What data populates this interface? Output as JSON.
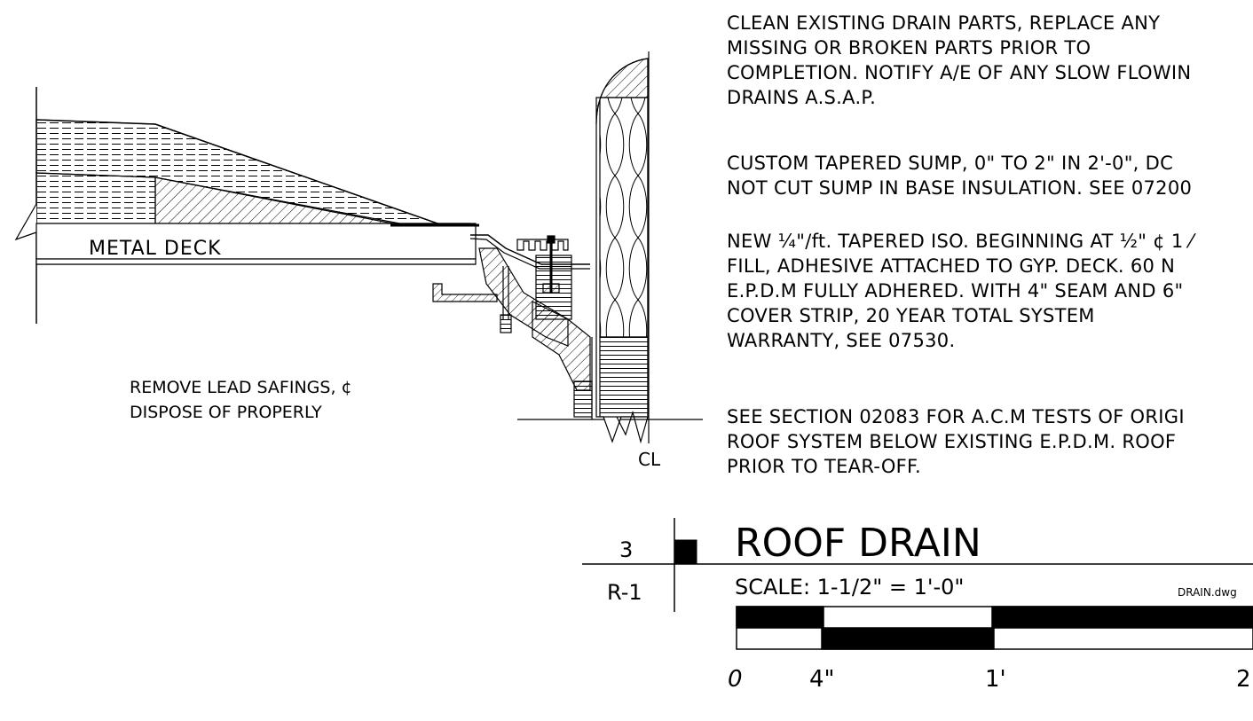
{
  "notes": [
    "CLEAN EXISTING DRAIN PARTS, REPLACE ANY\nMISSING OR BROKEN PARTS PRIOR TO\nCOMPLETION. NOTIFY A/E OF ANY SLOW FLOWIN\nDRAINS A.S.A.P.",
    "CUSTOM TAPERED SUMP, 0\" TO 2\" IN 2'-0\", DC\nNOT CUT SUMP IN BASE INSULATION. SEE 07200",
    "NEW ¼\"/ft. TAPERED ISO. BEGINNING AT ½\" ¢ 1 ⁄\nFILL, ADHESIVE ATTACHED TO GYP. DECK. 60 N\nE.P.D.M FULLY ADHERED. WITH 4\" SEAM AND 6\"\nCOVER STRIP, 20 YEAR TOTAL SYSTEM\nWARRANTY, SEE 07530.",
    "SEE SECTION 02083 FOR A.C.M TESTS OF ORIGI\nROOF SYSTEM BELOW EXISTING E.P.D.M. ROOF\nPRIOR TO TEAR-OFF."
  ],
  "labels": {
    "metal_deck": "METAL DECK",
    "remove_line1": "REMOVE LEAD SAFINGS, ¢",
    "remove_line2": "DISPOSE OF PROPERLY",
    "centerline": "CL"
  },
  "title_block": {
    "detail_number": "3",
    "sheet_number": "R-1",
    "title": "ROOF DRAIN",
    "scale": "SCALE: 1-1/2\" = 1'-0\"",
    "filename": "DRAIN.dwg"
  },
  "scale_bar": {
    "ticks": [
      "0",
      "4\"",
      "1'",
      "2"
    ]
  }
}
